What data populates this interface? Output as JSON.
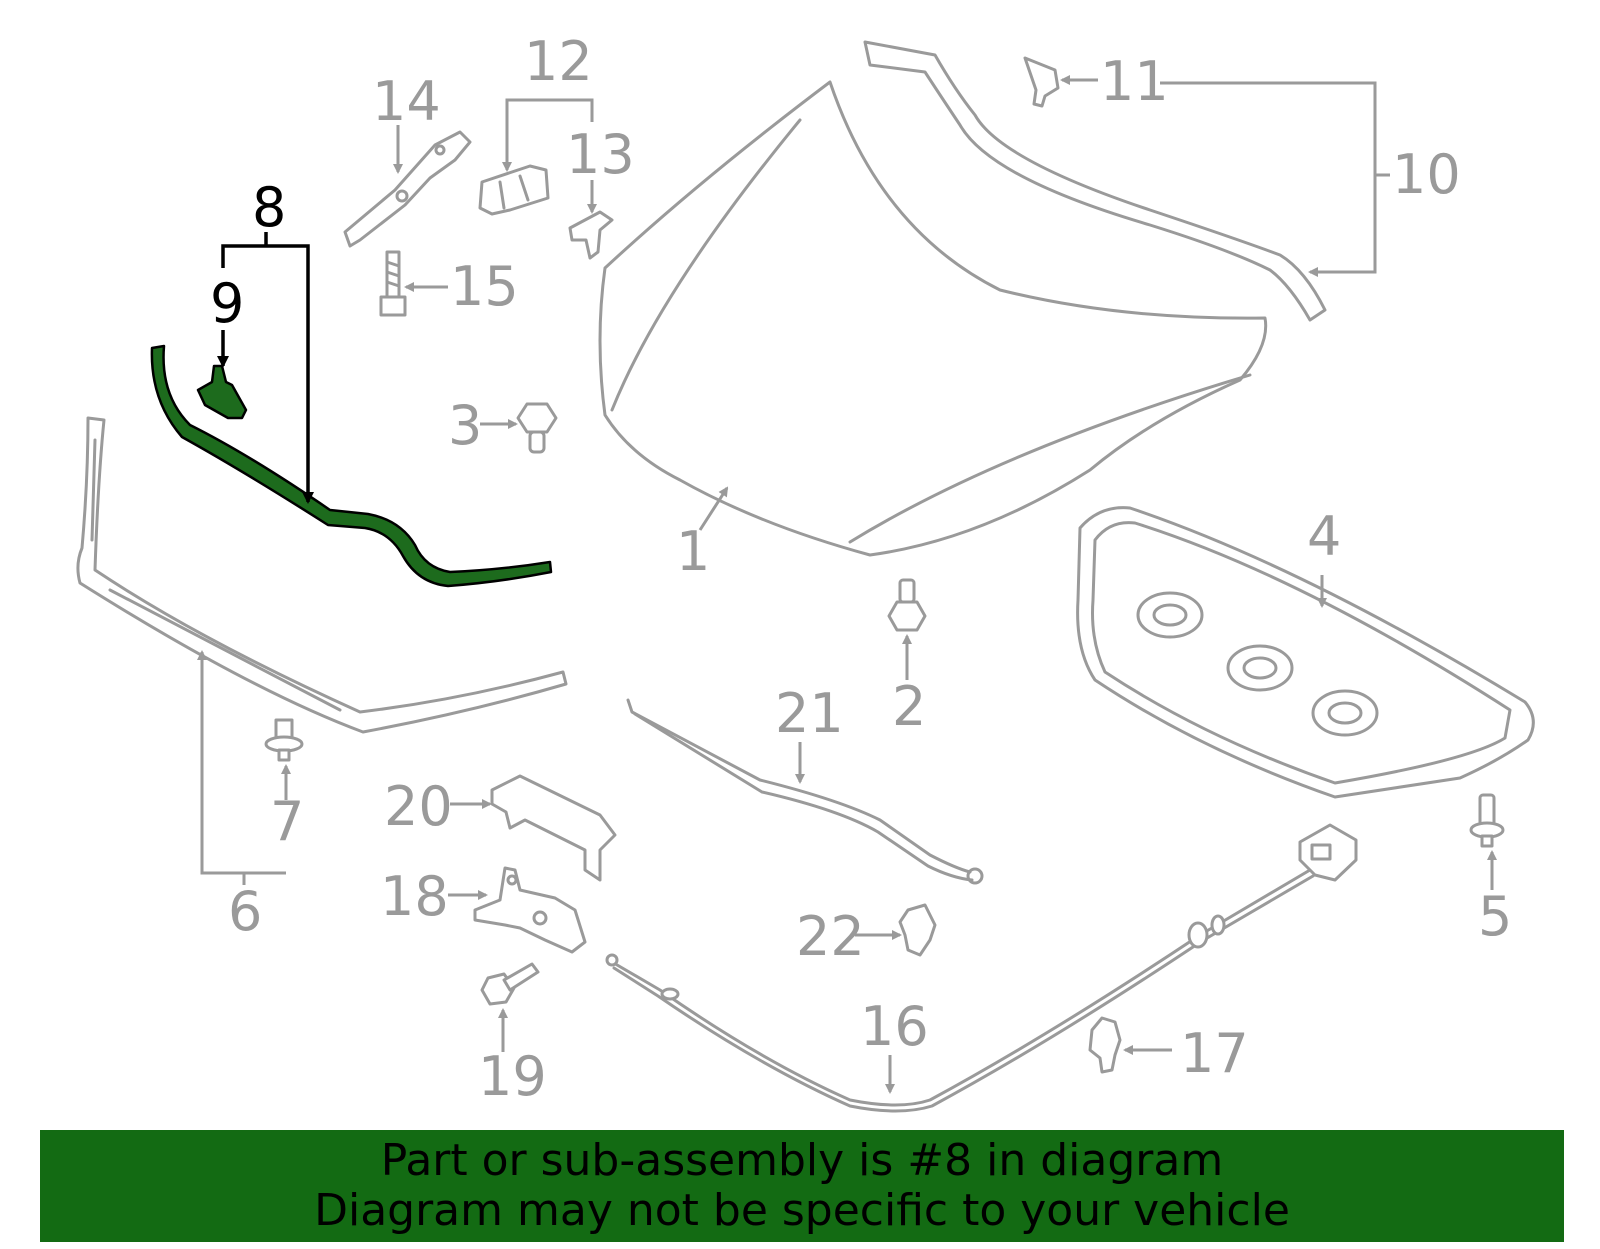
{
  "diagram": {
    "labels": {
      "p1": "1",
      "p2": "2",
      "p3": "3",
      "p4": "4",
      "p5": "5",
      "p6": "6",
      "p7": "7",
      "p8": "8",
      "p9": "9",
      "p10": "10",
      "p11": "11",
      "p12": "12",
      "p13": "13",
      "p14": "14",
      "p15": "15",
      "p16": "16",
      "p17": "17",
      "p18": "18",
      "p19": "19",
      "p20": "20",
      "p21": "21",
      "p22": "22"
    },
    "highlighted_part": "8",
    "colors": {
      "highlight": "#1d6b1d",
      "parts": "#9a9a9a",
      "banner": "#136b13"
    }
  },
  "banner": {
    "line1": "Part or sub-assembly is #8 in diagram",
    "line2": "Diagram may not be specific to your vehicle"
  }
}
